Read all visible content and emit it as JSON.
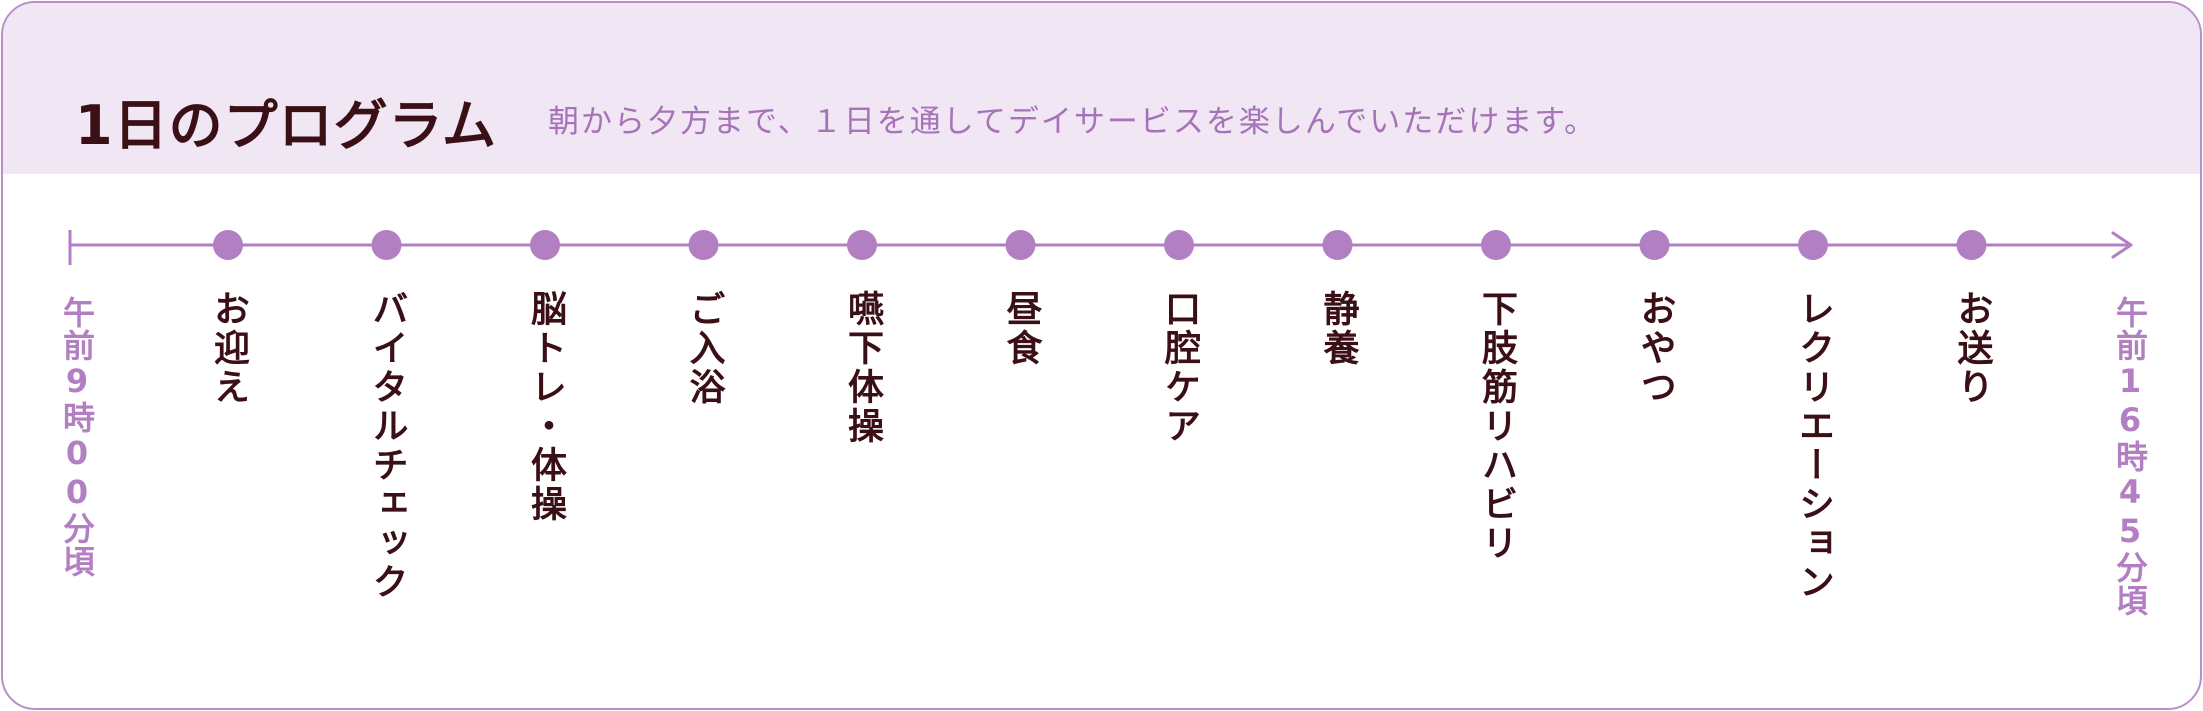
{
  "header": {
    "title": "1日のプログラム",
    "subtitle": "朝から夕方まで、１日を通してデイサービスを楽しんでいただけます。"
  },
  "timeline": {
    "start_time": "午前9時00分頃",
    "end_time": "午前16時45分頃",
    "steps": [
      "お迎え",
      "バイタルチェック",
      "脳トレ・体操",
      "ご入浴",
      "嚥下体操",
      "昼食",
      "口腔ケア",
      "静養",
      "下肢筋リハビリ",
      "おやつ",
      "レクリエーション",
      "お送り"
    ]
  },
  "colors": {
    "accent": "#b27fc3",
    "header_bg": "#f1e6f3",
    "text_dark": "#3a0f16",
    "border": "#b98fc6"
  }
}
